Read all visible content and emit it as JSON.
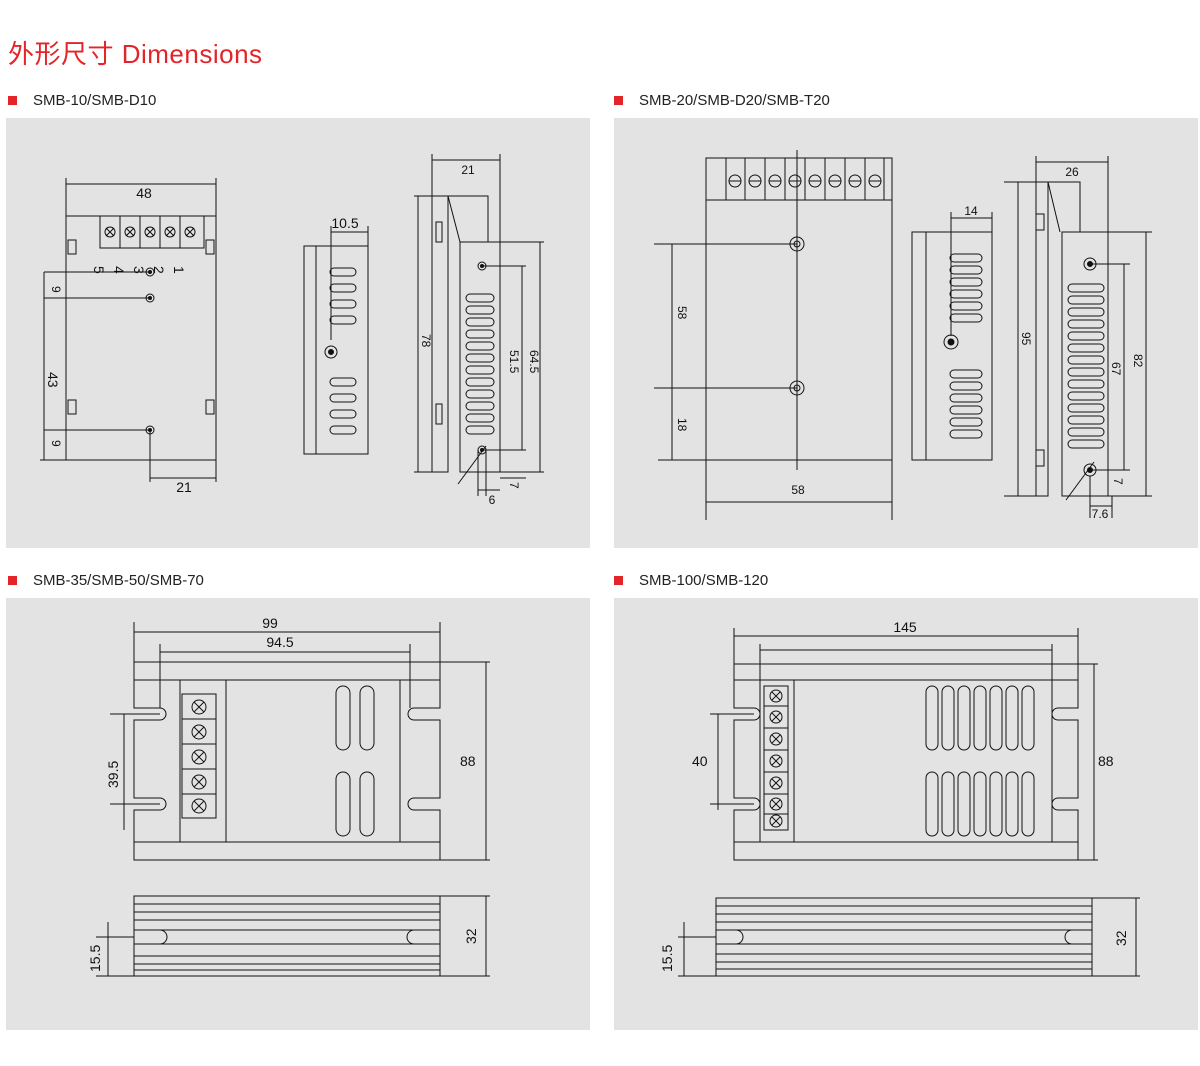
{
  "title": "外形尺寸 Dimensions",
  "accent_color": "#e3252a",
  "sections": [
    {
      "label": "SMB-10/SMB-D10",
      "dims": {
        "w48": "48",
        "w10_5": "10.5",
        "w21_side": "21",
        "d9a": "9",
        "d43": "43",
        "d9b": "9",
        "w21_bot": "21",
        "h78": "78",
        "h51_5": "51.5",
        "h64_5": "64.5",
        "d7": "7",
        "d6": "6"
      },
      "terminals": [
        "5",
        "4",
        "3",
        "2",
        "1"
      ]
    },
    {
      "label": "SMB-20/SMB-D20/SMB-T20",
      "dims": {
        "w26": "26",
        "w14": "14",
        "h58": "58",
        "h18": "18",
        "w58": "58",
        "h95": "95",
        "h67": "67",
        "h82": "82",
        "d7": "7",
        "d7_6": "7.6"
      }
    },
    {
      "label": "SMB-35/SMB-50/SMB-70",
      "dims": {
        "w99": "99",
        "w94_5": "94.5",
        "h39_5": "39.5",
        "h88": "88",
        "h15_5": "15.5",
        "h32": "32"
      }
    },
    {
      "label": "SMB-100/SMB-120",
      "dims": {
        "w145": "145",
        "h40": "40",
        "h88": "88",
        "h15_5": "15.5",
        "h32": "32"
      }
    }
  ]
}
